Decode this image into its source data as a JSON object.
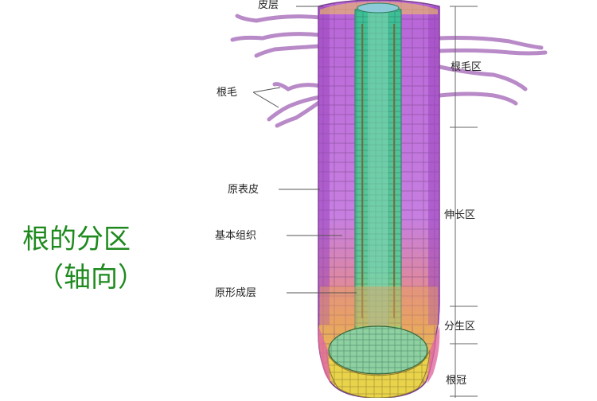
{
  "title": {
    "line1": "根的分区",
    "line2": "（轴向）",
    "color": "#1e8a1e"
  },
  "left_labels": {
    "cortex": "皮层",
    "root_hair": "根毛",
    "protoderm": "原表皮",
    "ground_tissue": "基本组织",
    "procambium": "原形成层"
  },
  "right_labels": {
    "maturation_zone": "根毛区",
    "elongation_zone": "伸长区",
    "meristem_zone": "分生区",
    "root_cap": "根冠"
  },
  "colors": {
    "epidermis": "#b05ad0",
    "cortex": "#c47bdc",
    "stele": "#3fbf8e",
    "stele_core": "#7ed0b0",
    "meristem": "#e3a955",
    "root_cap": "#e8d34a",
    "root_hair": "#b98ac8"
  }
}
